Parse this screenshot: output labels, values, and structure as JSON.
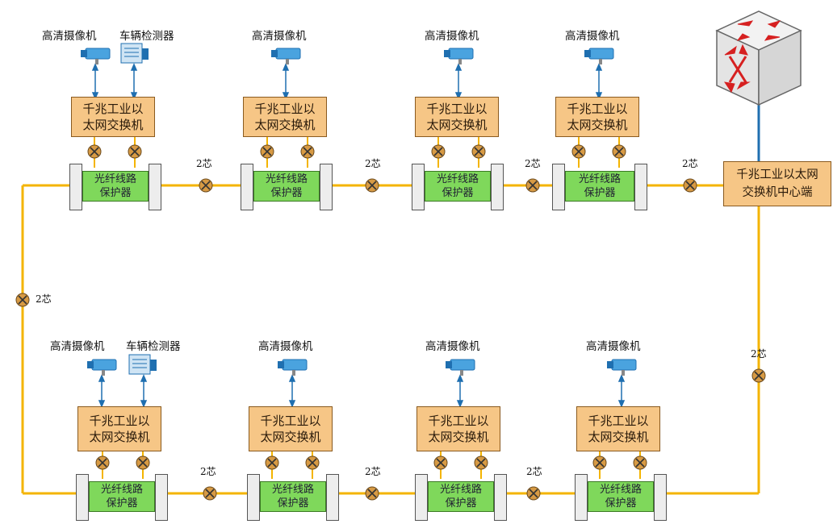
{
  "labels": {
    "camera": "高清摄像机",
    "detector": "车辆检测器",
    "fiber_count": "2芯"
  },
  "switch_text": {
    "line1": "千兆工业以",
    "line2": "太网交换机"
  },
  "protector_text": {
    "line1": "光纤线路",
    "line2": "保护器"
  },
  "core_switch": {
    "line1": "千兆工业以太网",
    "line2": "交换机中心端"
  },
  "core_router_icon": "network-switch-cube-icon",
  "colors": {
    "fiber": "#f4b400",
    "uplink": "#1f6fb0",
    "switch_fill": "#f6c686",
    "protector_fill": "#7fd85b",
    "camera": "#4aa3df",
    "connector": "#d79a44"
  }
}
